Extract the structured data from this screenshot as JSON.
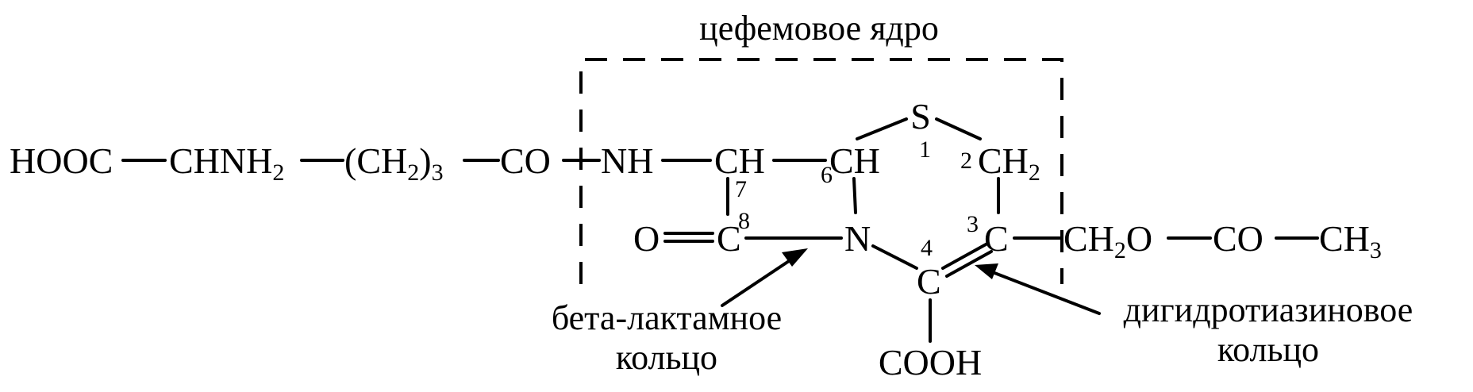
{
  "captions": {
    "core": "цефемовое ядро",
    "beta_lactam_line1": "бета-лактамное",
    "beta_lactam_line2": "кольцо",
    "dihydrothiazine_line1": "дигидротиазиновое",
    "dihydrothiazine_line2": "кольцо"
  },
  "side_chain_left": {
    "hooc": "HOOC",
    "chnh": "CHNH",
    "chnh_sub": "2",
    "ch_open": "(CH",
    "ch_sub": "2",
    "ch_close": ")",
    "ch_mult": "3",
    "co": "CO"
  },
  "core_atoms": {
    "nh": "NH",
    "ch7": "CH",
    "ch6": "CH",
    "s": "S",
    "ch2": "CH",
    "ch2_sub": "2",
    "o": "O",
    "c8": "C",
    "n": "N",
    "c4": "C",
    "c3": "C",
    "cooh": "COOH"
  },
  "ring_numbers": {
    "n1": "1",
    "n2": "2",
    "n3": "3",
    "n4": "4",
    "n6": "6",
    "n7": "7",
    "n8": "8"
  },
  "side_chain_right": {
    "ch2o": "CH",
    "ch2o_sub": "2",
    "ch2o_o": "O",
    "co": "CO",
    "ch3": "CH",
    "ch3_sub": "3"
  }
}
